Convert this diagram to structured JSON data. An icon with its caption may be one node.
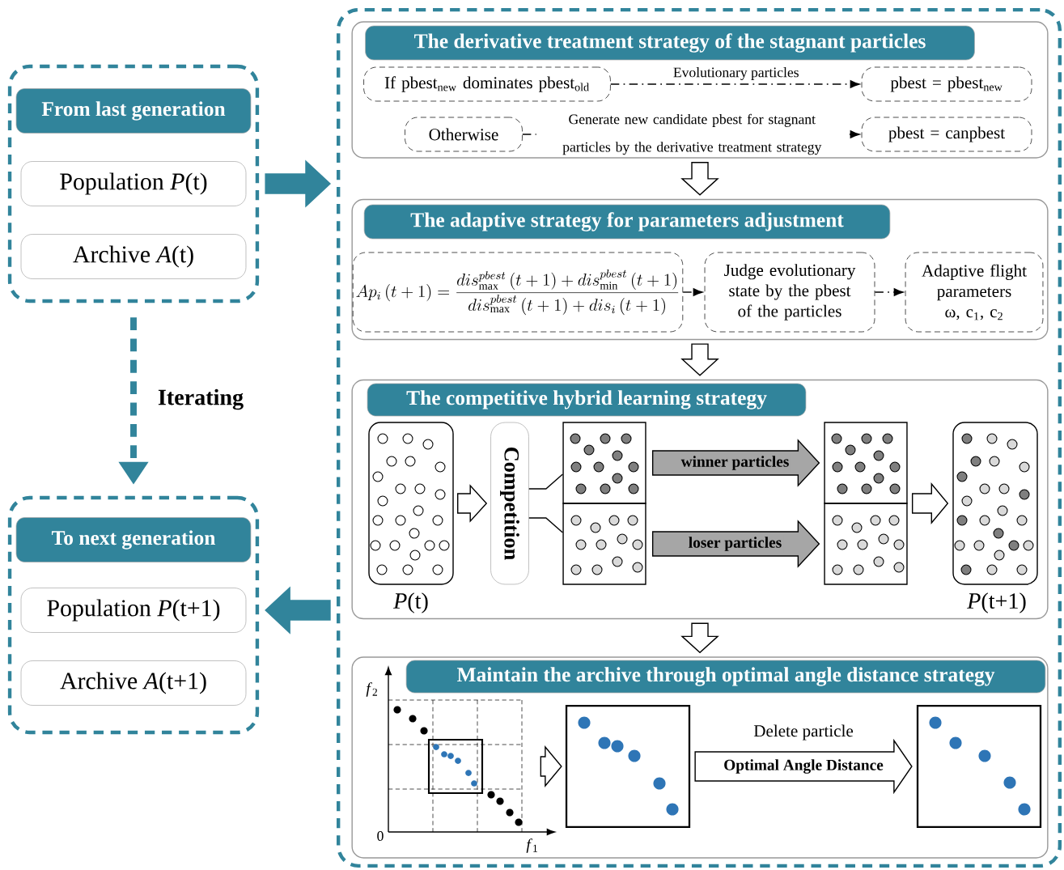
{
  "diagram": {
    "nodes": [
      {
        "text": [
          "From last generation"
        ]
      },
      {
        "text": [
          "Population *P*(t)"
        ],
        "in": 0
      },
      {
        "text": [
          "Archive *A*(t)"
        ],
        "in": 0
      },
      {
        "text": [
          "To next generation"
        ]
      },
      {
        "text": [
          "Population *P*(t+1)"
        ],
        "in": 3
      },
      {
        "text": [
          "Archive *A*(t+1)"
        ],
        "in": 3
      },
      {
        "text": [],
        "shape": "box"
      },
      {
        "text": [
          "The derivative treatment strategy of the stagnant particles"
        ],
        "in": 6
      },
      {
        "text": [
          "If pbest$_{new}$ dominates pbest$_{old}$"
        ],
        "in": 7
      },
      {
        "text": [
          "pbest = pbest$_{new}$"
        ],
        "in": 7
      },
      {
        "text": [
          "Otherwise"
        ],
        "in": 7
      },
      {
        "text": [
          "pbest = canpbest"
        ],
        "in": 7
      },
      {
        "text": [
          "The adaptive strategy for parameters adjustment"
        ],
        "in": 6
      },
      {
        "text": [
          "Ap_{i}\\left(t+1\\right)=\\frac{dis_{\\max}^{pbest}\\left(t+1\\right)+dis_{\\min}^{pbest}\\left(t+1\\right)}{dis_{\\max}^{pbest}\\left(t+1\\right)+dis_{i}\\left(t+1\\right)}"
        ],
        "in": 12
      },
      {
        "text": [
          "Judge evolutionary state by the pbest of the particles"
        ],
        "in": 12
      },
      {
        "text": [
          "Adaptive flight parameters ω, c$_{1}$, c$_{2}$"
        ],
        "in": 12
      },
      {
        "text": [
          "The competitive hybrid learning strategy"
        ],
        "in": 6
      },
      {
        "text": [],
        "shape": "box",
        "in": 16,
        "beside": [
          "*P*(t)"
        ]
      },
      {
        "text": [
          "Competition"
        ],
        "in": 16
      },
      {
        "text": [],
        "shape": "box",
        "in": 16
      },
      {
        "text": [],
        "shape": "box",
        "in": 16
      },
      {
        "text": [],
        "shape": "box",
        "in": 16
      },
      {
        "text": [],
        "shape": "box",
        "in": 16
      },
      {
        "text": [],
        "shape": "box",
        "in": 16,
        "beside": [
          "*P*(t+1)"
        ]
      },
      {
        "text": [
          "Maintain the archive through optimal angle distance strategy"
        ],
        "in": 6
      },
      {
        "text": [],
        "shape": "picture",
        "in": 24
      },
      {
        "text": [],
        "shape": "box",
        "in": 24
      },
      {
        "text": [],
        "shape": "box",
        "in": 24
      }
    ],
    "edges": [
      {
        "from": 0,
        "to": 6,
        "arrow": "to",
        "style": "thick",
        "color": "#31849b"
      },
      {
        "from": 6,
        "to": 3,
        "arrow": "to",
        "style": "thick",
        "color": "#31849b"
      },
      {
        "from": 0,
        "to": 3,
        "arrow": "to",
        "style": "dashed",
        "color": "#31849b",
        "label": "Iterating"
      },
      {
        "from": 8,
        "to": 9,
        "arrow": "to",
        "style": "dashed",
        "label": "Evolutionary particles"
      },
      {
        "from": 10,
        "to": 11,
        "arrow": "to",
        "style": "dashed",
        "label": "Generate new candidate pbest for stagnant particles by the derivative treatment strategy"
      },
      {
        "from": 7,
        "to": 12,
        "arrow": "to",
        "style": "thick"
      },
      {
        "from": 12,
        "to": 16,
        "arrow": "to",
        "style": "thick"
      },
      {
        "from": 16,
        "to": 24,
        "arrow": "to",
        "style": "thick"
      },
      {
        "from": 13,
        "to": 14,
        "arrow": "to",
        "style": "dashed"
      },
      {
        "from": 14,
        "to": 15,
        "arrow": "to",
        "style": "dashed"
      },
      {
        "from": 17,
        "to": 18,
        "arrow": "to",
        "style": "thick"
      },
      {
        "from": 18,
        "to": 19,
        "arrow": "none"
      },
      {
        "from": 18,
        "to": 20,
        "arrow": "none"
      },
      {
        "from": 19,
        "to": 21,
        "arrow": "to",
        "style": "thick",
        "color": "#a6a6a6",
        "label": "winner particles"
      },
      {
        "from": 20,
        "to": 22,
        "arrow": "to",
        "style": "thick",
        "color": "#a6a6a6",
        "label": "loser particles"
      },
      {
        "from": 21,
        "to": 23,
        "arrow": "to",
        "style": "thick"
      },
      {
        "from": 22,
        "to": 23,
        "arrow": "to",
        "style": "thick"
      },
      {
        "from": 25,
        "to": 26,
        "arrow": "to",
        "style": "thick"
      },
      {
        "from": 26,
        "to": 27,
        "arrow": "to",
        "style": "thick",
        "label": "Optimal Angle Distance"
      }
    ],
    "labels": [
      "Delete particle",
      "*f*$_{2}$",
      "0",
      "*f*$_{1}$"
    ]
  }
}
